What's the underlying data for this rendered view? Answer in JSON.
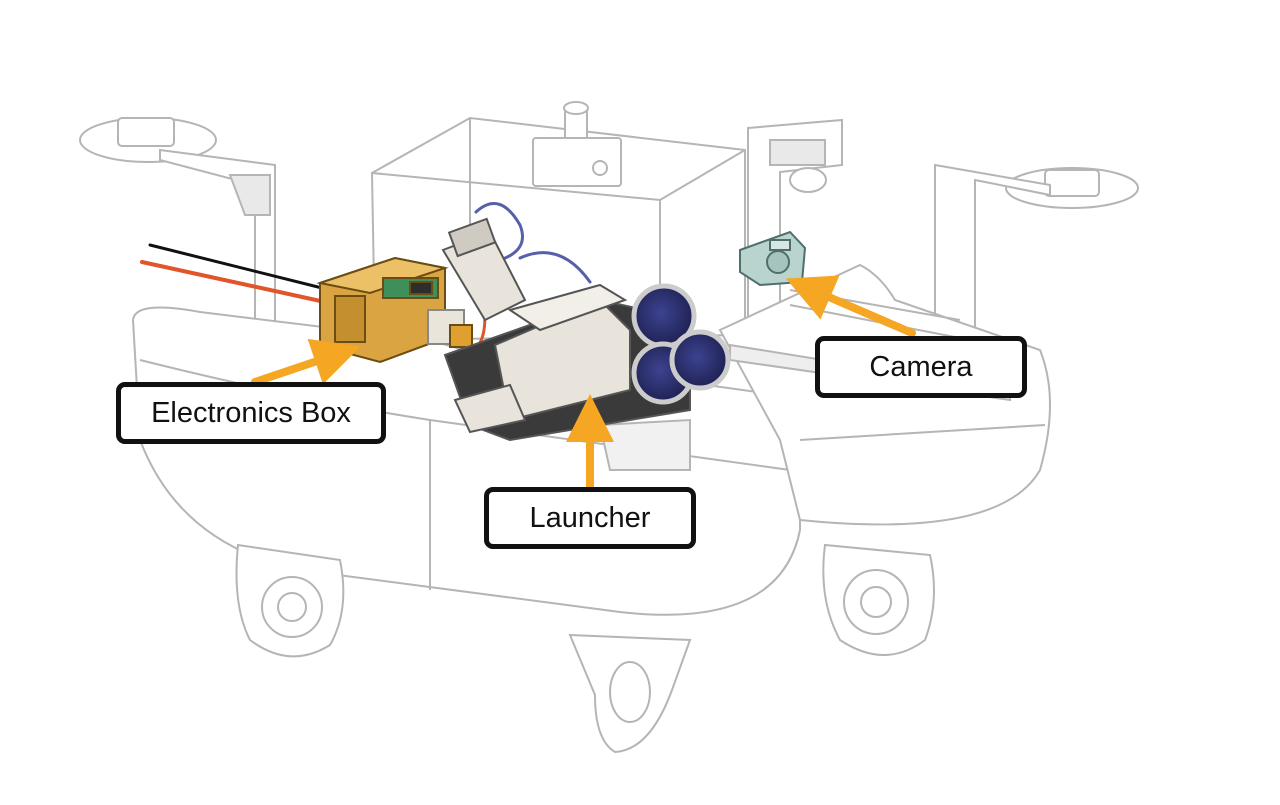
{
  "diagram": {
    "labels": {
      "electronics_box": "Electronics Box",
      "launcher": "Launcher",
      "camera": "Camera"
    },
    "colors": {
      "background": "#ffffff",
      "hull_line": "#b5b5b5",
      "arrow": "#f5a623",
      "callout_border": "#111111",
      "electronics_box": "#d9a441",
      "launcher_body": "#e8e4dc",
      "launcher_tube": "#2b2f6b",
      "camera_mount": "#b9d3cf",
      "cable_red": "#e0552a",
      "cable_blue": "#5560a8"
    }
  }
}
